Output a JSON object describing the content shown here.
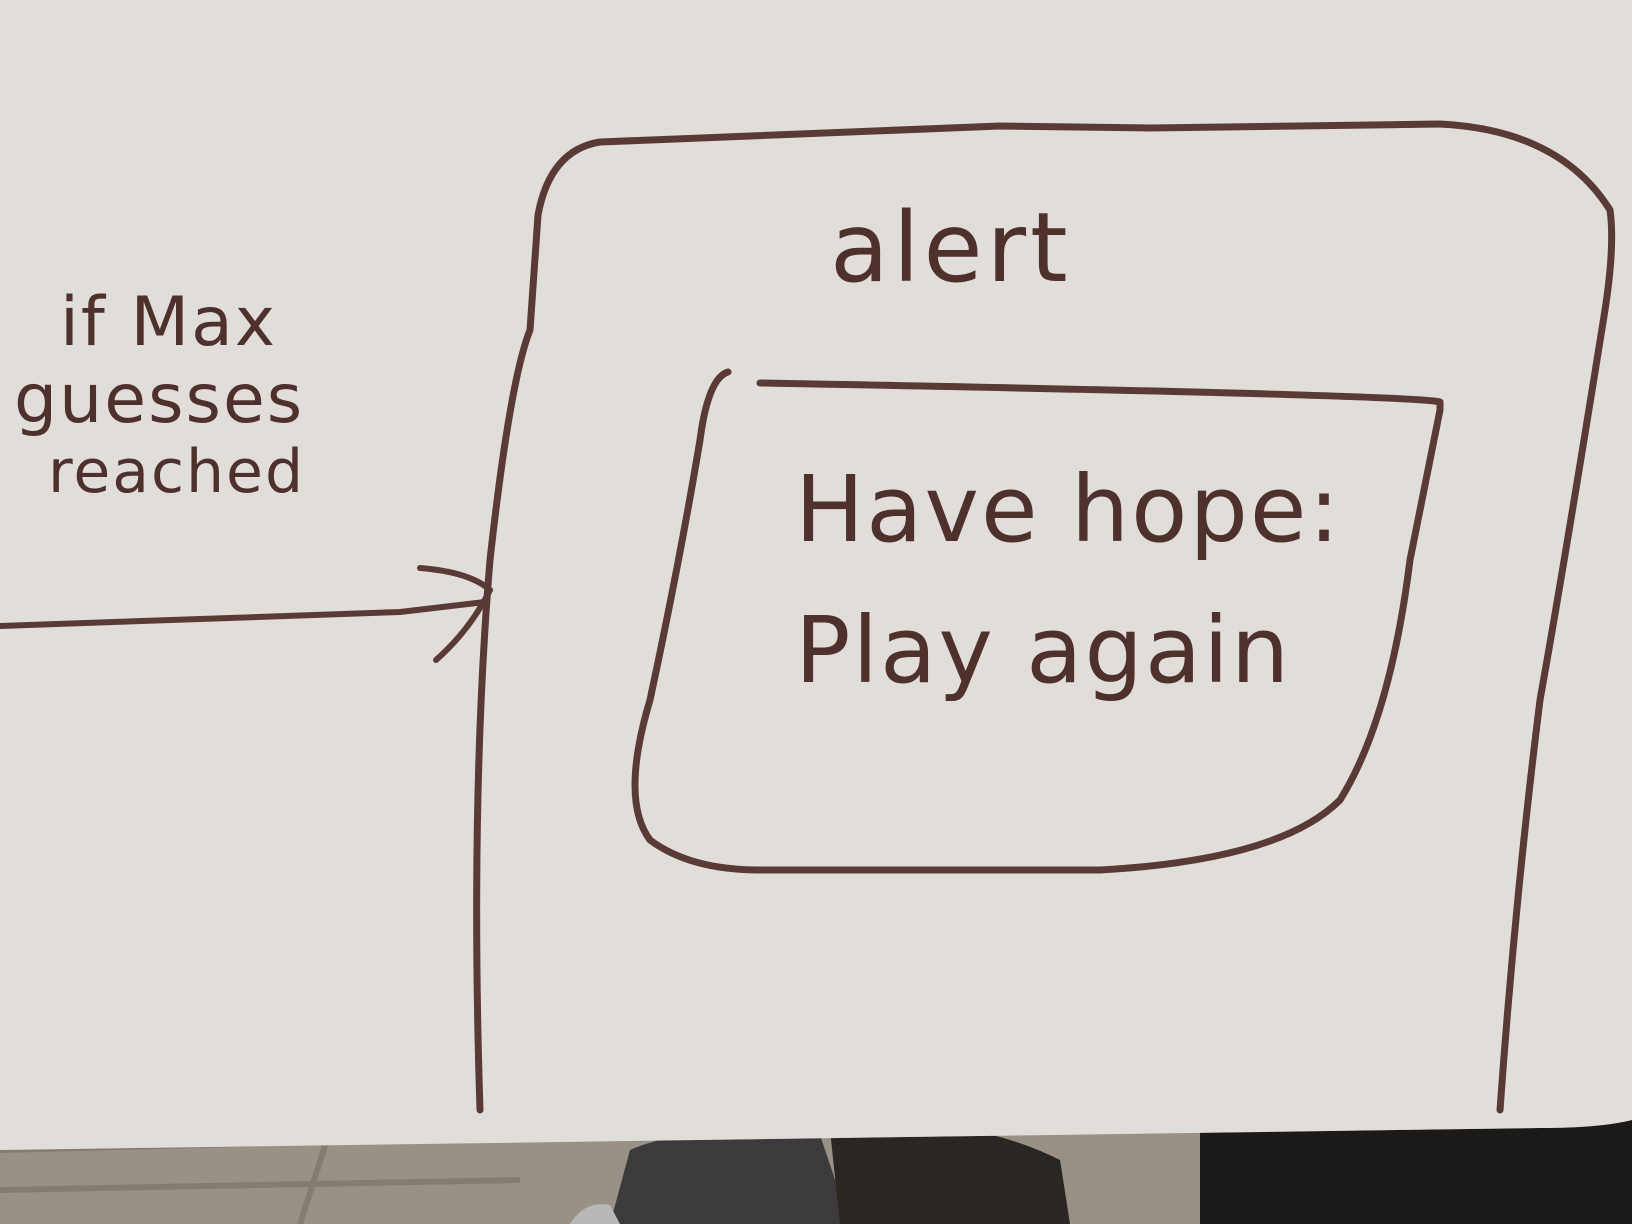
{
  "whiteboard": {
    "side_note": {
      "line1": "if Max",
      "line2": "guesses",
      "line3": "reached"
    },
    "alert_box": {
      "title": "alert",
      "message_line1": "Have hope:",
      "message_line2": "Play again"
    }
  },
  "colors": {
    "board": "#dedbd7",
    "marker": "#5a3a36",
    "floor": "#8a8278"
  }
}
